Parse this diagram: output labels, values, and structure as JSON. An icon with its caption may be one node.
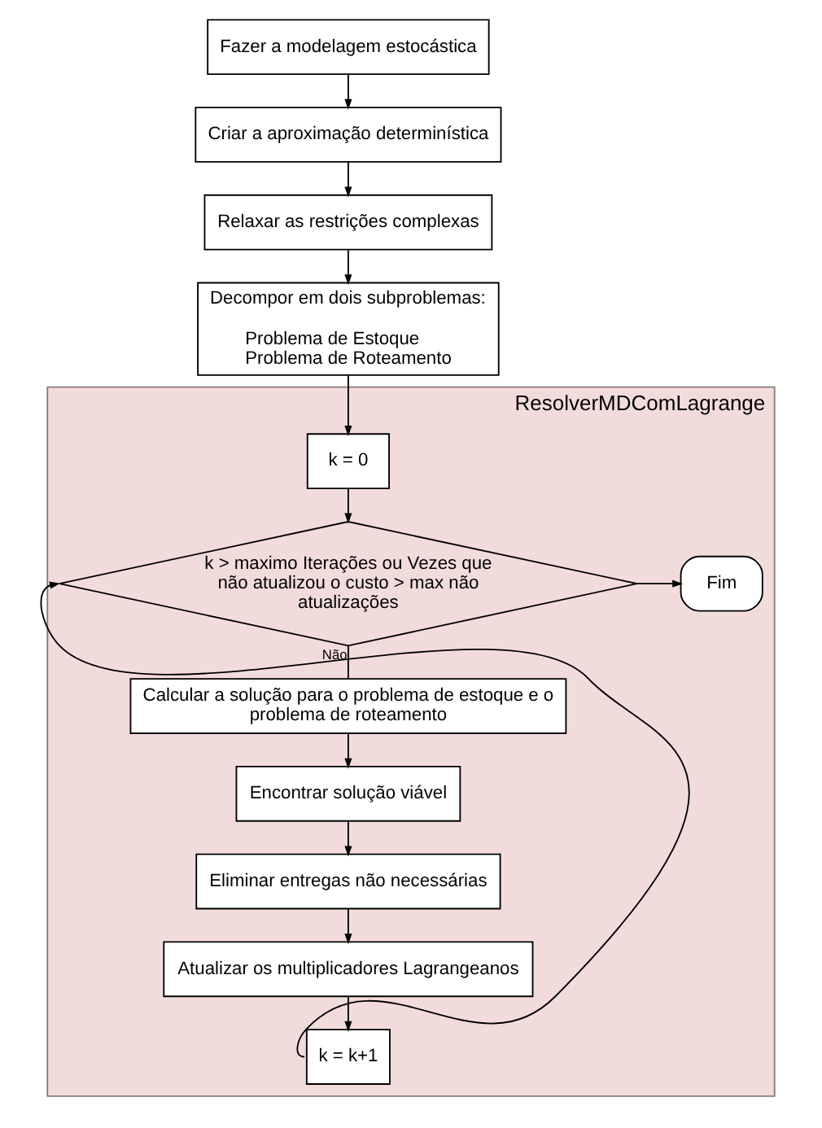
{
  "diagram": {
    "nodes": [
      {
        "text": [
          "Fazer a modelagem estocástica"
        ]
      },
      {
        "text": [
          "Criar a aproximação determinística"
        ]
      },
      {
        "text": [
          "Relaxar as restrições complexas"
        ]
      },
      {
        "text": [
          "Decompor em dois subproblemas:",
          "Problema de Estoque",
          "Problema de Roteamento"
        ]
      },
      {
        "text": [
          "ResolverMDComLagrange"
        ]
      },
      {
        "text": [
          "k = 0"
        ],
        "in": 4
      },
      {
        "text": [
          "k > maximo Iterações ou Vezes que não atualizou o custo > max não atualizações"
        ],
        "in": 4
      },
      {
        "text": [
          "Fim"
        ],
        "in": 4
      },
      {
        "text": [
          "Calcular a solução para o problema de estoque e o problema de roteamento"
        ],
        "in": 4
      },
      {
        "text": [
          "Encontrar solução viável"
        ],
        "in": 4
      },
      {
        "text": [
          "Eliminar entregas não necessárias"
        ],
        "in": 4
      },
      {
        "text": [
          "Atualizar os multiplicadores Lagrangeanos"
        ],
        "in": 4
      },
      {
        "text": [
          "k = k+1"
        ],
        "in": 4
      }
    ],
    "edges": [
      {
        "from": 0,
        "to": 1,
        "arrow": "to"
      },
      {
        "from": 1,
        "to": 2,
        "arrow": "to"
      },
      {
        "from": 2,
        "to": 3,
        "arrow": "to"
      },
      {
        "from": 3,
        "to": 5,
        "arrow": "to"
      },
      {
        "from": 5,
        "to": 6,
        "arrow": "to"
      },
      {
        "from": 6,
        "to": 7,
        "arrow": "to"
      },
      {
        "from": 6,
        "to": 8,
        "arrow": "none",
        "label": "Não"
      },
      {
        "from": 8,
        "to": 9,
        "arrow": "to"
      },
      {
        "from": 9,
        "to": 10,
        "arrow": "to"
      },
      {
        "from": 10,
        "to": 11,
        "arrow": "to"
      },
      {
        "from": 11,
        "to": 12,
        "arrow": "to"
      },
      {
        "from": 12,
        "to": 6,
        "arrow": "to"
      }
    ]
  }
}
